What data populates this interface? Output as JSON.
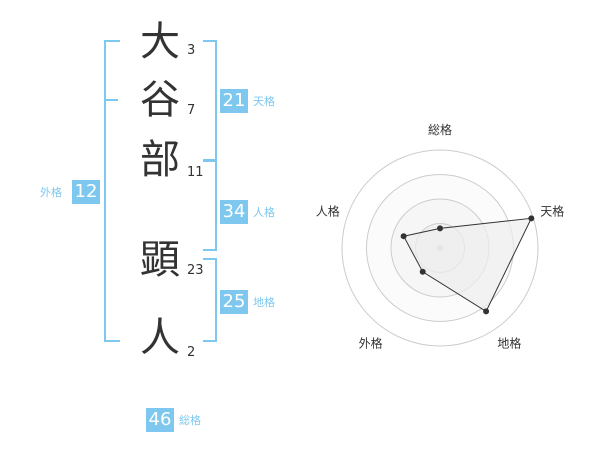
{
  "name": {
    "chars": [
      {
        "char": "大",
        "strokes": "3"
      },
      {
        "char": "谷",
        "strokes": "7"
      },
      {
        "char": "部",
        "strokes": "11"
      },
      {
        "char": "顕",
        "strokes": "23"
      },
      {
        "char": "人",
        "strokes": "2"
      }
    ]
  },
  "kaku": {
    "tenkaku": {
      "value": "21",
      "label": "天格"
    },
    "jinkaku": {
      "value": "34",
      "label": "人格"
    },
    "chikaku": {
      "value": "25",
      "label": "地格"
    },
    "gaikaku": {
      "value": "12",
      "label": "外格"
    },
    "soukaku": {
      "value": "46",
      "label": "総格"
    }
  },
  "chart_data": {
    "type": "radar",
    "axes": [
      "総格",
      "天格",
      "地格",
      "外格",
      "人格"
    ],
    "values": [
      0.2,
      0.98,
      0.8,
      0.3,
      0.39
    ],
    "rings": 4,
    "colors": {
      "accent": "#7ec8f0",
      "fill": "#eeeeee",
      "stroke": "#333333",
      "grid": "#cccccc"
    }
  }
}
